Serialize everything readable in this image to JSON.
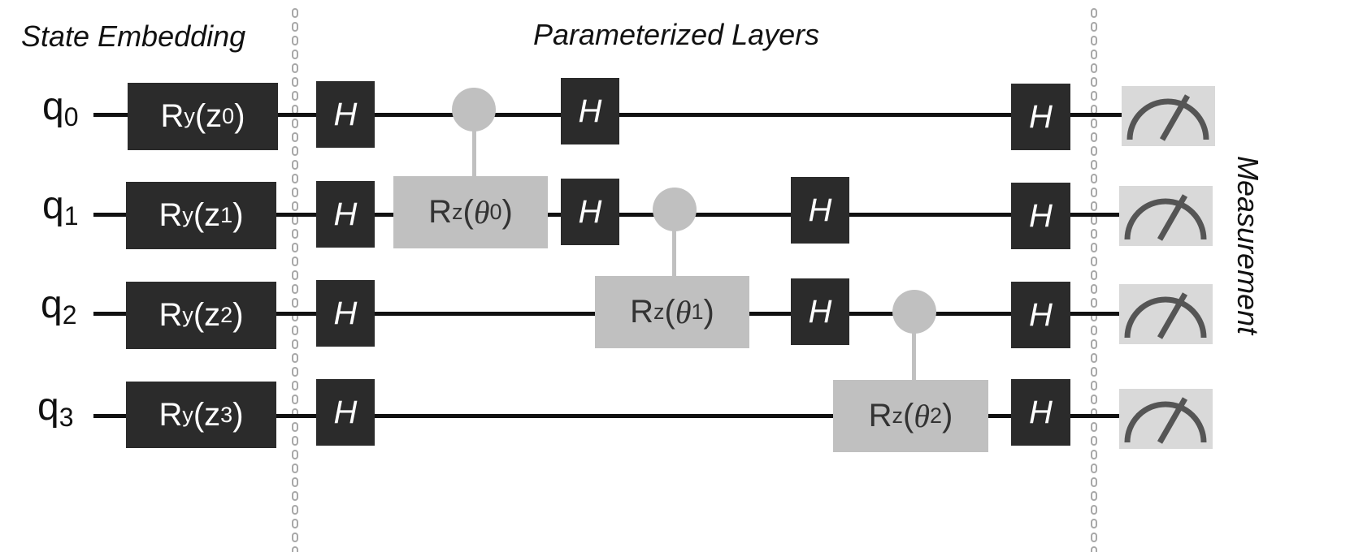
{
  "sections": {
    "embedding": "State Embedding",
    "layers": "Parameterized Layers",
    "measurement": "Measurement"
  },
  "qubits": [
    {
      "base": "q",
      "sub": "0"
    },
    {
      "base": "q",
      "sub": "1"
    },
    {
      "base": "q",
      "sub": "2"
    },
    {
      "base": "q",
      "sub": "3"
    }
  ],
  "embedding_gates": [
    {
      "base": "R",
      "sub": "y",
      "arg": "z",
      "arg_sub": "0"
    },
    {
      "base": "R",
      "sub": "y",
      "arg": "z",
      "arg_sub": "1"
    },
    {
      "base": "R",
      "sub": "y",
      "arg": "z",
      "arg_sub": "2"
    },
    {
      "base": "R",
      "sub": "y",
      "arg": "z",
      "arg_sub": "3"
    }
  ],
  "hadamard_label": "H",
  "controlled_gates": [
    {
      "control": "q0",
      "target": "q1",
      "base": "R",
      "sub": "z",
      "arg": "θ",
      "arg_sub": "0"
    },
    {
      "control": "q1",
      "target": "q2",
      "base": "R",
      "sub": "z",
      "arg": "θ",
      "arg_sub": "1"
    },
    {
      "control": "q2",
      "target": "q3",
      "base": "R",
      "sub": "z",
      "arg": "θ",
      "arg_sub": "2"
    }
  ],
  "colors": {
    "dark_gate": "#2b2b2b",
    "light_gate": "#c0c0c0",
    "meter_bg": "#d9d9d9",
    "wire": "#111111"
  },
  "meter_icon": "measurement-meter-icon"
}
